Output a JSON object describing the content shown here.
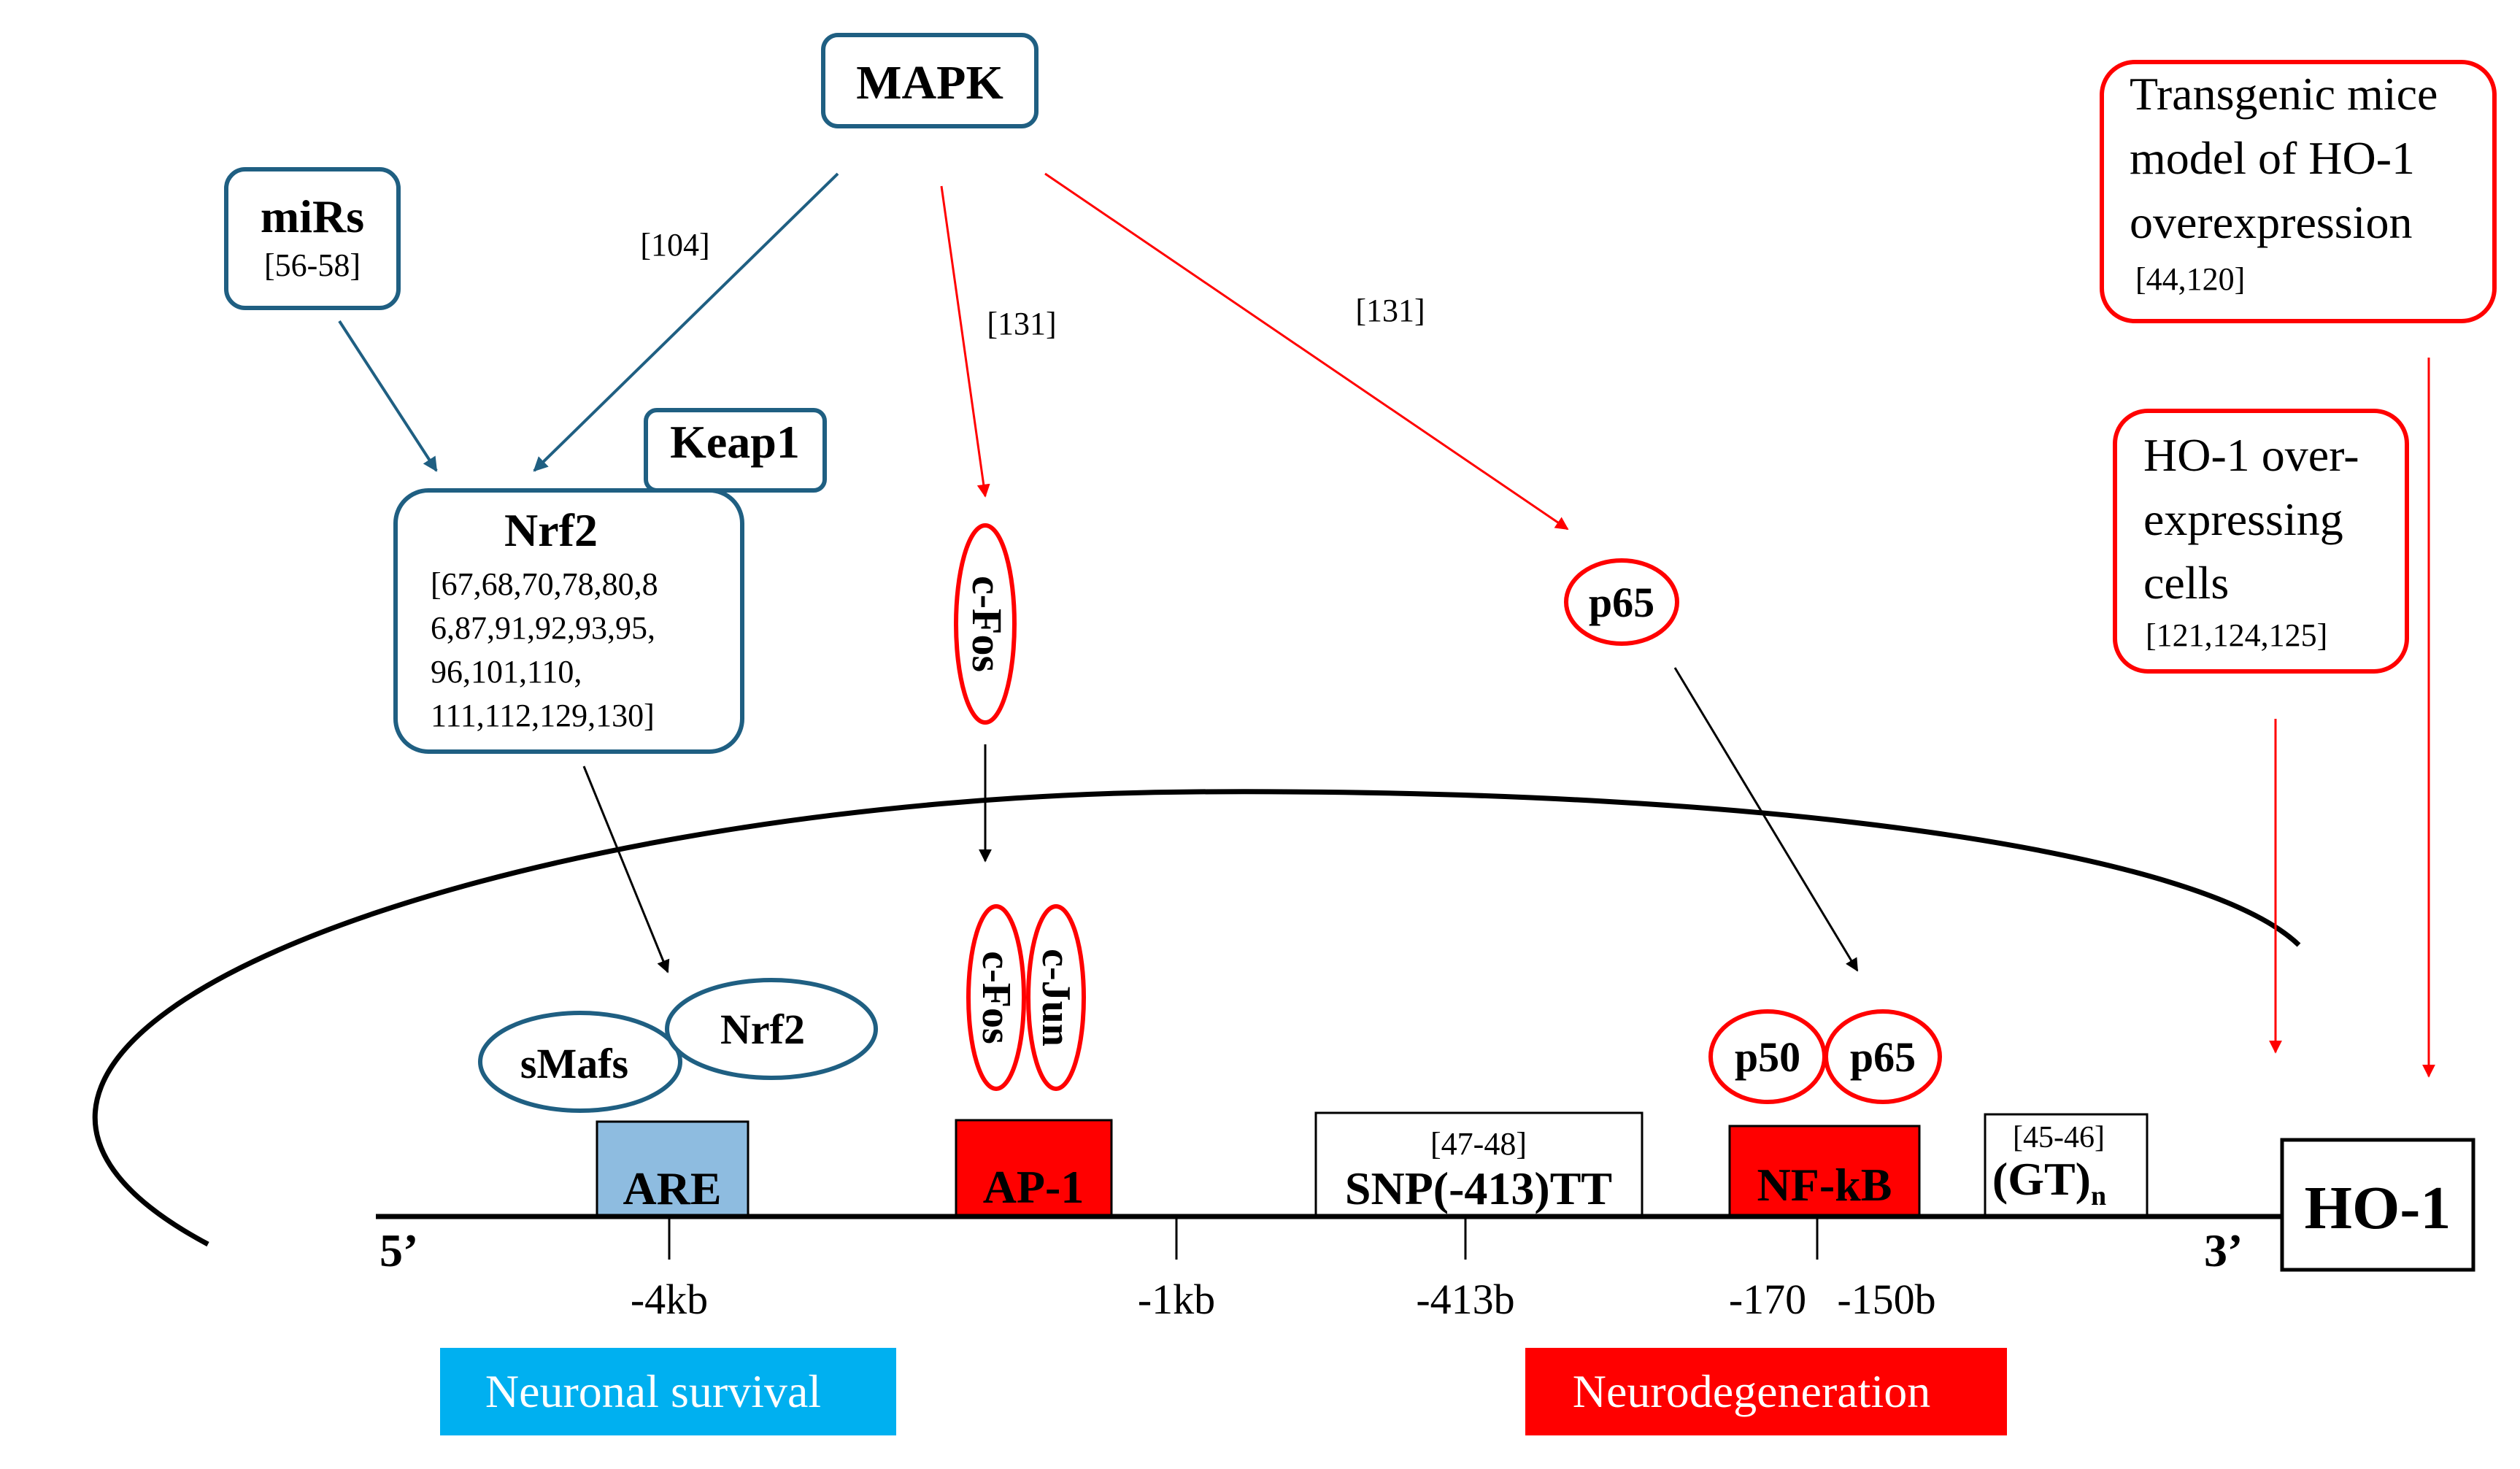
{
  "mapk": {
    "label": "MAPK"
  },
  "mirs": {
    "label": "miRs",
    "refs": "[56-58]"
  },
  "nrf2_box": {
    "label": "Nrf2",
    "refs": [
      "[67,68,70,78,80,8",
      "6,87,91,92,93,95,",
      "96,101,110,",
      "111,112,129,130]"
    ]
  },
  "keap1": {
    "label": "Keap1"
  },
  "arrow_refs": {
    "mapk_nrf2": "[104]",
    "mapk_cfos": "[131]",
    "mapk_p65": "[131]"
  },
  "cfos_cyto": {
    "label": "c-Fos"
  },
  "p65_cyto": {
    "label": "p65"
  },
  "transgenic": {
    "lines": [
      "Transgenic mice",
      "model of HO-1",
      "overexpression"
    ],
    "refs": "[44,120]"
  },
  "overexpressing": {
    "lines": [
      "HO-1 over-",
      "expressing",
      "cells"
    ],
    "refs": "[121,124,125]"
  },
  "nucleus": {
    "smafs": "sMafs",
    "nrf2": "Nrf2",
    "cfos": "c-Fos",
    "cjun": "c-Jun",
    "p50": "p50",
    "p65": "p65"
  },
  "promoter": {
    "five_prime": "5’",
    "three_prime": "3’",
    "are": "ARE",
    "ap1": "AP-1",
    "snp_ref": "[47-48]",
    "snp": "SNP(-413)TT",
    "nfkb": "NF-kB",
    "gt_ref": "[45-46]",
    "gt": "(GT)",
    "gt_sub": "n",
    "ho1": "HO-1",
    "ticks": [
      "-4kb",
      "-1kb",
      "-413b",
      "-170",
      "-150b"
    ]
  },
  "outcomes": {
    "survival": "Neuronal survival",
    "degeneration": "Neurodegeneration"
  },
  "colors": {
    "blue_outline": "#1f5f82",
    "red": "#ff0000",
    "are_fill": "#8ebce0",
    "survival_fill": "#00b0f0",
    "degeneration_fill": "#ff0000"
  }
}
